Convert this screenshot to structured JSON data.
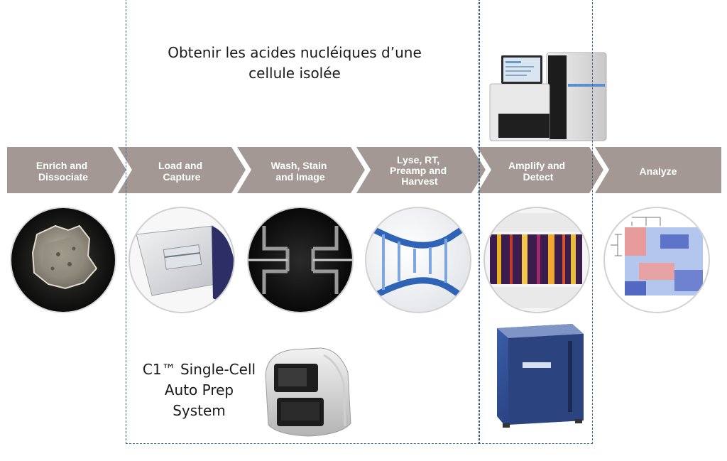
{
  "headline": {
    "line1": "Obtenir les acides nucléiques d’une",
    "line2": "cellule isolée"
  },
  "instrument_label": {
    "line1": "C1™ Single-Cell",
    "line2": "Auto Prep",
    "line3": "System"
  },
  "steps": [
    {
      "lines": [
        "Enrich and",
        "Dissociate"
      ]
    },
    {
      "lines": [
        "Load and",
        "Capture"
      ]
    },
    {
      "lines": [
        "Wash, Stain",
        "and Image"
      ]
    },
    {
      "lines": [
        "Lyse, RT,",
        "Preamp and",
        "Harvest"
      ]
    },
    {
      "lines": [
        "Amplify and",
        "Detect"
      ]
    },
    {
      "lines": [
        "Analyze"
      ]
    }
  ],
  "colors": {
    "chevron": "#a39893",
    "dashed_border": "#3a5f8a",
    "dna_blue": "#2f63b5"
  },
  "icons": [
    "dissociated-tissue-image",
    "microfluidic-chip-image",
    "capture-site-image",
    "dna-helix-image",
    "heatmap-image",
    "analysis-heatmap-image",
    "sequencer-image",
    "c1-system-image",
    "biomark-instrument-image"
  ]
}
